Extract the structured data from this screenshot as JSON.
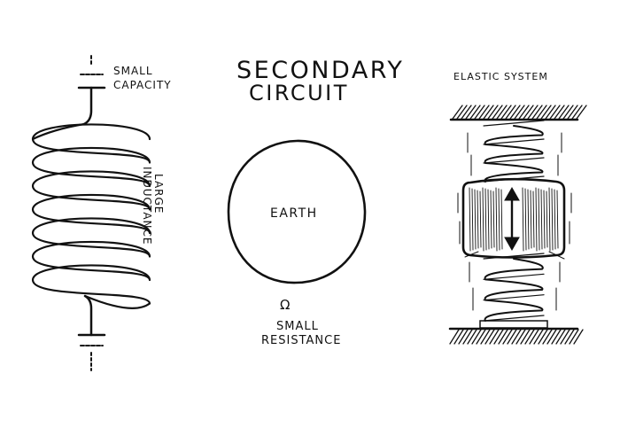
{
  "title": {
    "line1": "SECONDARY",
    "line2": "CIRCUIT"
  },
  "labels": {
    "small_capacity_1": "SMALL",
    "small_capacity_2": "CAPACITY",
    "large_inductance_1": "LARGE",
    "large_inductance_2": "INDUCTANCE",
    "earth": "EARTH",
    "omega": "Ω",
    "small_resistance_1": "SMALL",
    "small_resistance_2": "RESISTANCE",
    "elastic_system": "ELASTIC SYSTEM"
  },
  "colors": {
    "ink": "#111111",
    "paper": "#ffffff"
  },
  "icons": {
    "coil": "inductor-coil-icon",
    "capacitor": "capacitor-icon",
    "earth": "earth-circle-icon",
    "spring": "spring-icon",
    "mass": "oscillating-mass-icon"
  }
}
